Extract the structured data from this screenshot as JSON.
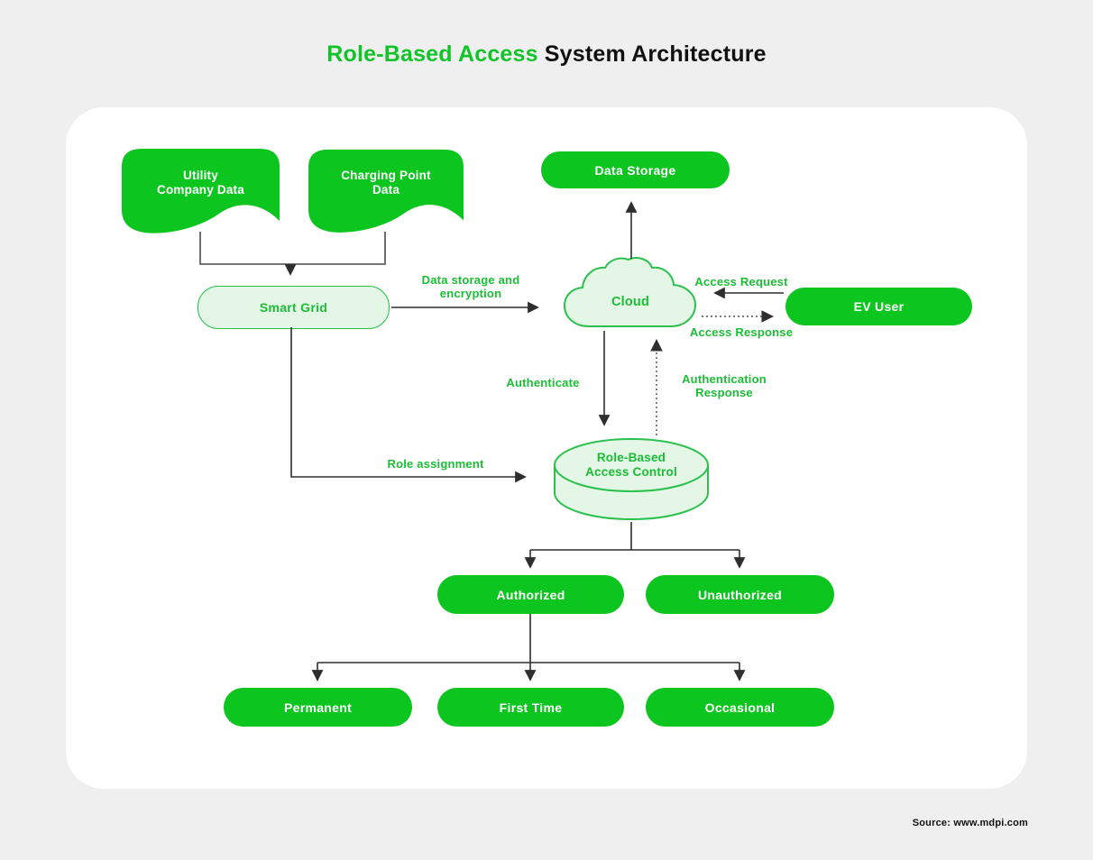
{
  "title": {
    "highlight": "Role-Based Access",
    "rest": "System Architecture"
  },
  "source": "Source: www.mdpi.com",
  "colors": {
    "accent_green": "#0cc51f",
    "label_green": "#1cbd36",
    "outline_green": "#2cc14e",
    "light_green_fill": "#e4f7e6",
    "connector_dark": "#3a3a3a",
    "connector_dotted": "#6b6b6b",
    "background": "#efefef",
    "card": "#ffffff"
  },
  "nodes": {
    "utility_company_data": {
      "lines": [
        "Utility",
        "Company Data"
      ]
    },
    "charging_point_data": {
      "lines": [
        "Charging Point",
        "Data"
      ]
    },
    "data_storage": {
      "label": "Data Storage"
    },
    "smart_grid": {
      "label": "Smart Grid"
    },
    "cloud": {
      "label": "Cloud"
    },
    "ev_user": {
      "label": "EV User"
    },
    "rbac": {
      "lines": [
        "Role-Based",
        "Access Control"
      ]
    },
    "authorized": {
      "label": "Authorized"
    },
    "unauthorized": {
      "label": "Unauthorized"
    },
    "permanent": {
      "label": "Permanent"
    },
    "first_time": {
      "label": "First Time"
    },
    "occasional": {
      "label": "Occasional"
    }
  },
  "edge_labels": {
    "data_storage_encryption": {
      "lines": [
        "Data storage and",
        "encryption"
      ]
    },
    "access_request": "Access Request",
    "access_response": "Access Response",
    "authenticate": "Authenticate",
    "authentication_response": {
      "lines": [
        "Authentication",
        "Response"
      ]
    },
    "role_assignment": "Role assignment"
  }
}
